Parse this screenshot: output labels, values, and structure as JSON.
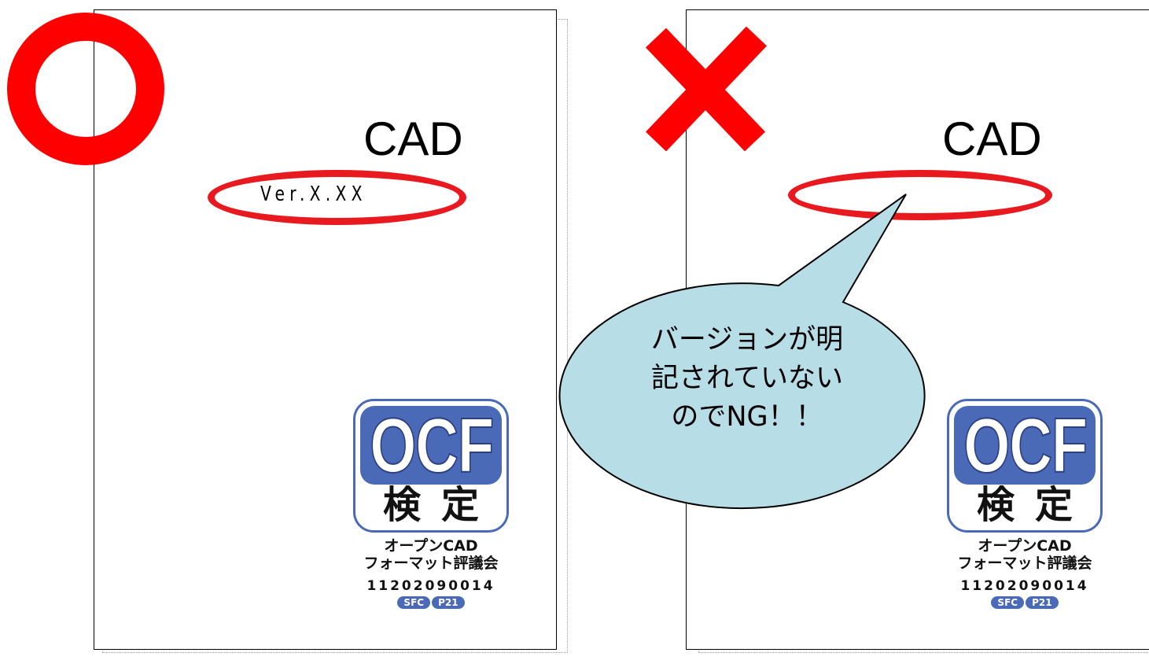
{
  "panels": {
    "good": {
      "title": "CAD",
      "version": "Ver.X.XX"
    },
    "bad": {
      "title": "CAD"
    }
  },
  "marks": {
    "ok_icon": "circle-mark-icon",
    "ng_icon": "cross-mark-icon",
    "color": "#ff0000"
  },
  "callout": {
    "lines": [
      "バージョンが明",
      "記されていない",
      "のでNG！！"
    ],
    "fill": "#b7dde6"
  },
  "logo": {
    "word": "OCF",
    "kanji": "検定",
    "org_line1": "オープンCAD",
    "org_line2": "フォーマット評議会",
    "number": "11202090014",
    "tags": [
      "SFC",
      "P21"
    ],
    "color": "#4a6ab8"
  }
}
